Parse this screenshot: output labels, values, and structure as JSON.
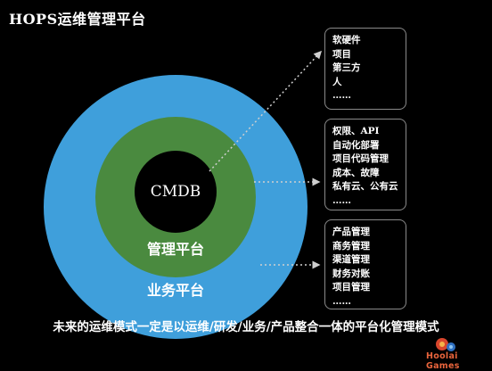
{
  "title": "HOPS运维管理平台",
  "rings": {
    "core": "CMDB",
    "middle": "管理平台",
    "outer": "业务平台"
  },
  "boxes": [
    {
      "items": [
        "软硬件",
        "项目",
        "第三方",
        "人",
        "……"
      ]
    },
    {
      "items": [
        "权限、API",
        "自动化部署",
        "项目代码管理",
        "成本、故障",
        "私有云、公有云",
        "……"
      ]
    },
    {
      "items": [
        "产品管理",
        "商务管理",
        "渠道管理",
        "财务对账",
        "项目管理",
        "……"
      ]
    }
  ],
  "caption": "未来的运维模式一定是以运维/研发/业务/产品整合一体的平台化管理模式",
  "logo": {
    "text": "Hoolai Games"
  },
  "colors": {
    "outer_ring": "#3f9fdb",
    "middle_ring": "#4a8a3f",
    "core": "#000000",
    "box_border": "#8a8a8a",
    "logo_text": "#e8643c"
  }
}
